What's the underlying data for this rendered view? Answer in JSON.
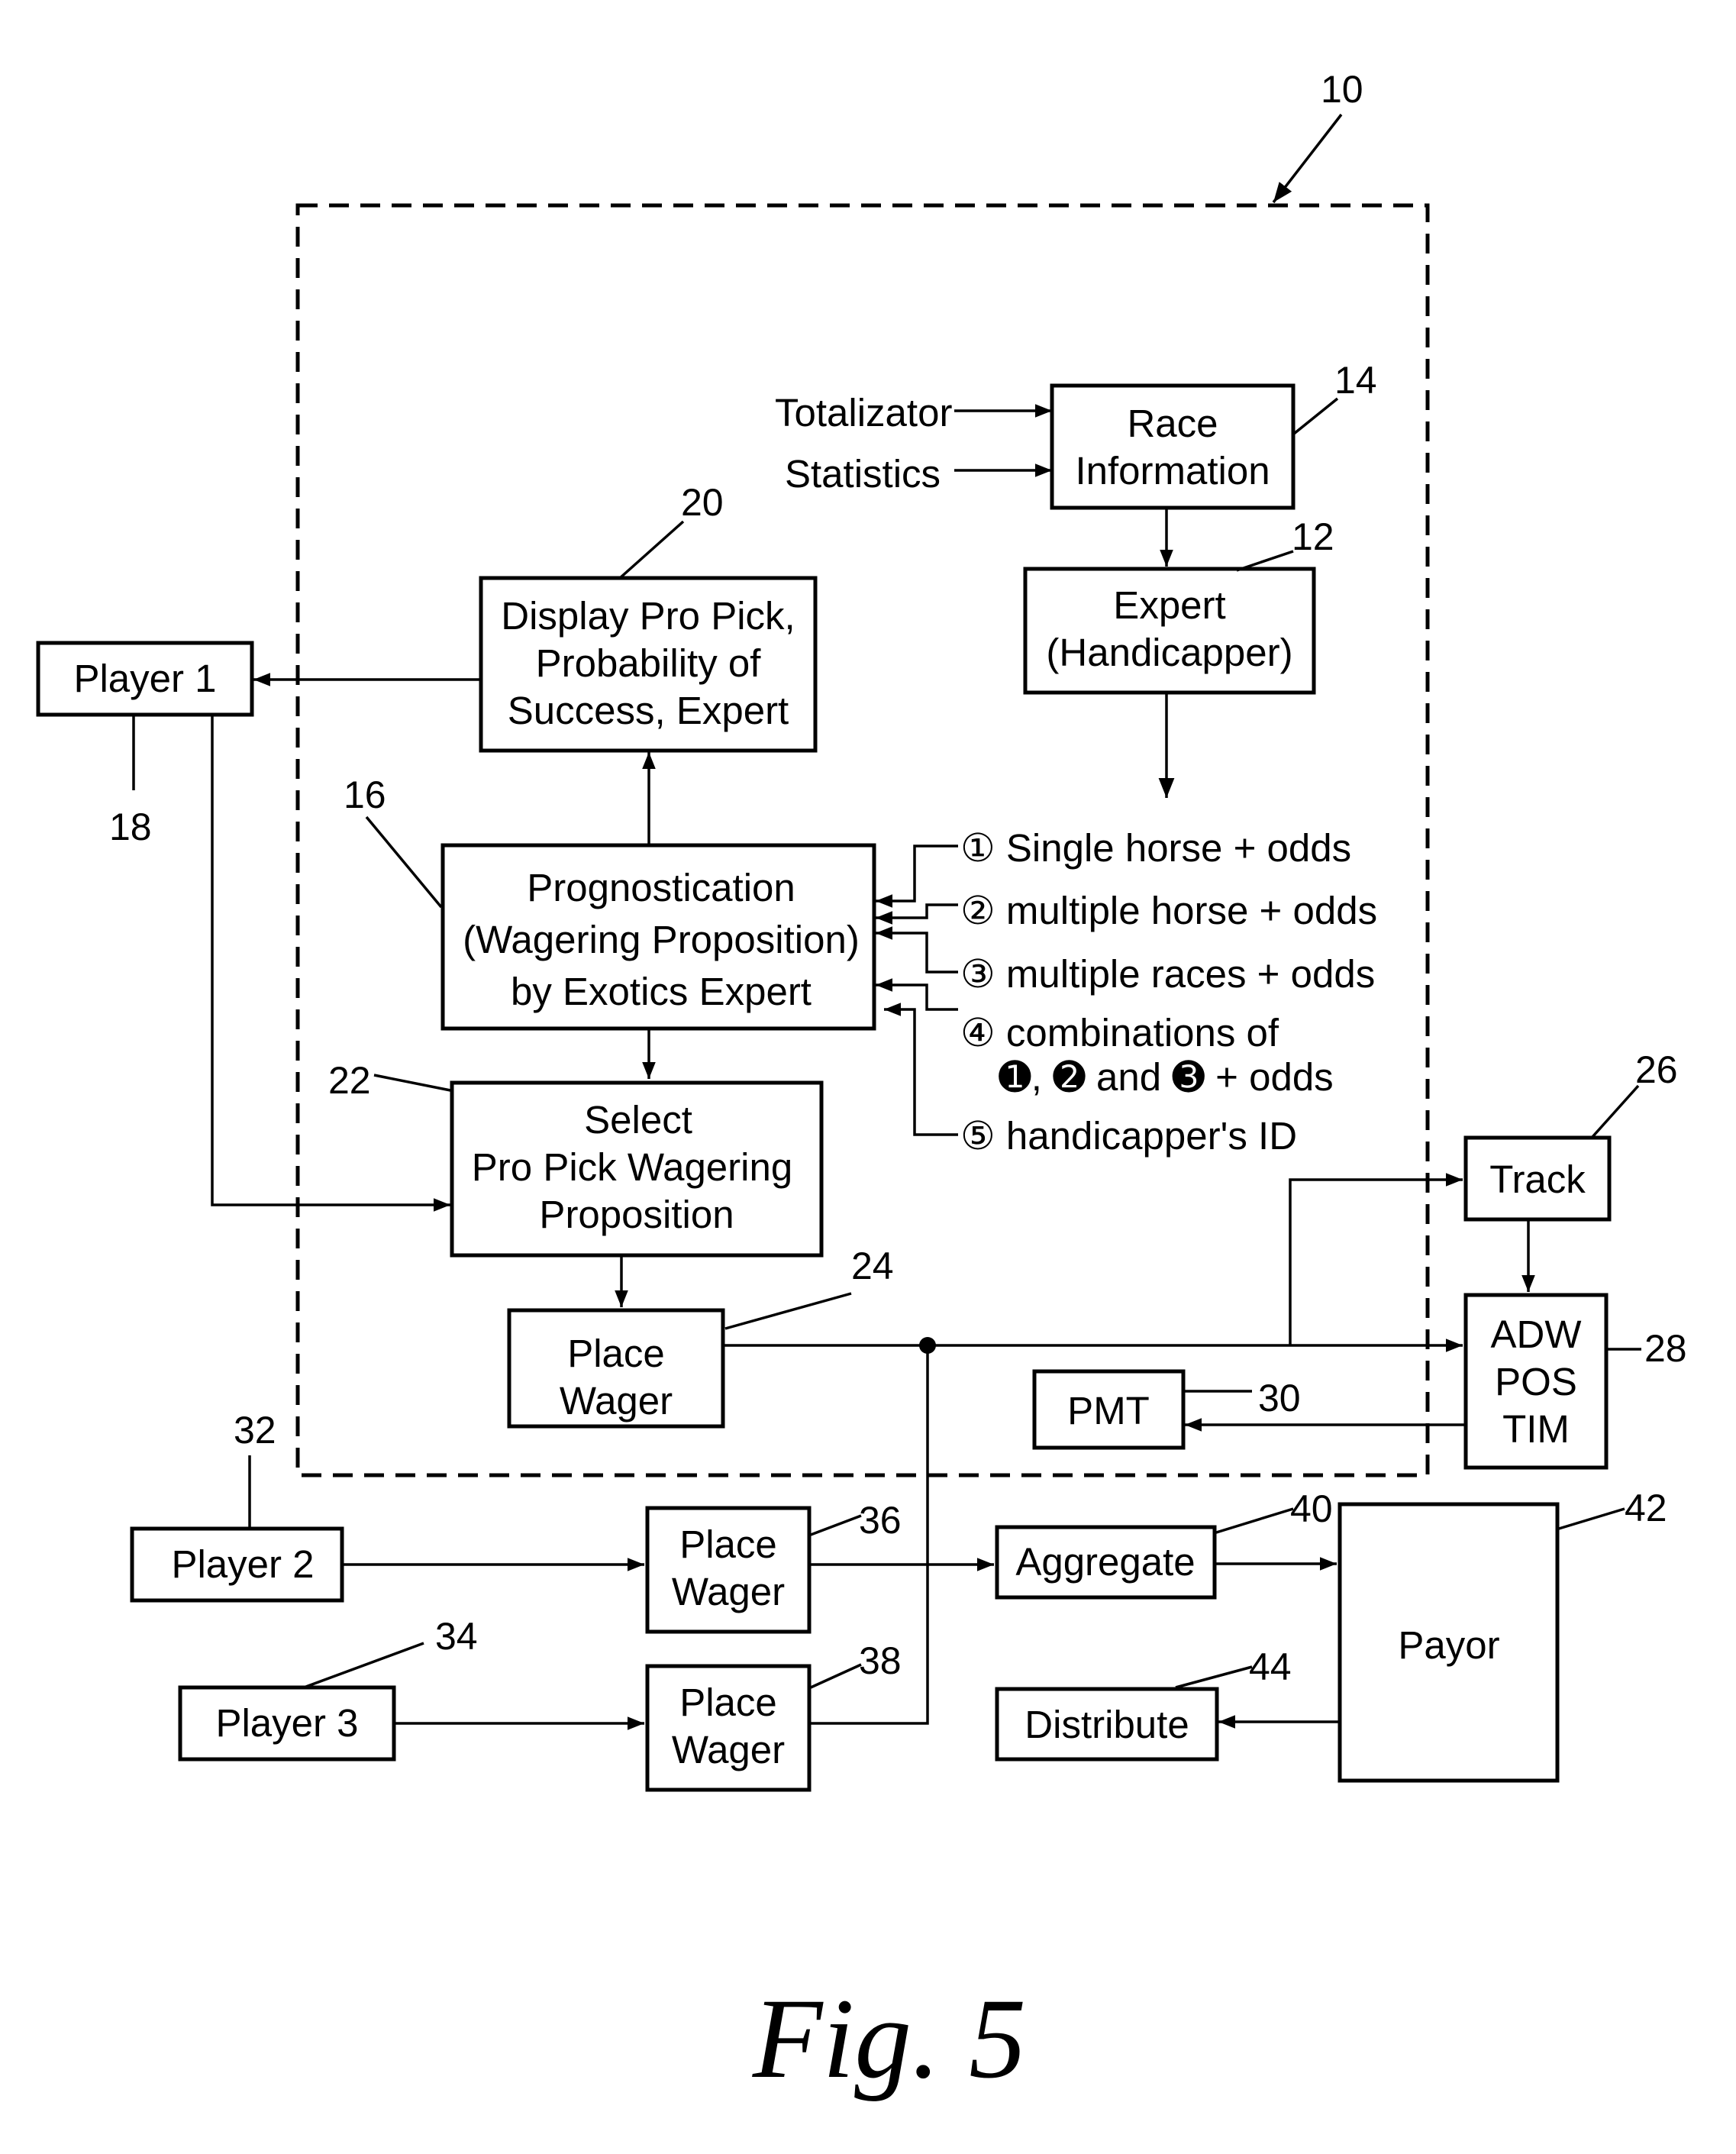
{
  "reference_numerals": {
    "system": "10",
    "expert": "12",
    "race_information": "14",
    "prognostication": "16",
    "player_1": "18",
    "display": "20",
    "select": "22",
    "place_wager_main": "24",
    "track": "26",
    "adw": "28",
    "pmt": "30",
    "player_2": "32",
    "player_3": "34",
    "place_wager_2": "36",
    "place_wager_3": "38",
    "aggregate": "40",
    "payor": "42",
    "distribute": "44"
  },
  "inputs": {
    "totalizator": "Totalizator",
    "statistics": "Statistics"
  },
  "boxes": {
    "race_information": [
      "Race",
      "Information"
    ],
    "expert": [
      "Expert",
      "(Handicapper)"
    ],
    "display": [
      "Display Pro Pick,",
      "Probability of",
      "Success, Expert"
    ],
    "prognostication": [
      "Prognostication",
      "(Wagering Proposition)",
      "by Exotics Expert"
    ],
    "select": [
      "Select",
      "Pro Pick Wagering",
      "Proposition"
    ],
    "place_wager_main": [
      "Place",
      "Wager"
    ],
    "player_1": "Player 1",
    "player_2": "Player 2",
    "player_3": "Player 3",
    "place_wager_2": [
      "Place",
      "Wager"
    ],
    "place_wager_3": [
      "Place",
      "Wager"
    ],
    "track": "Track",
    "adw": [
      "ADW",
      "POS",
      "TIM"
    ],
    "pmt": "PMT",
    "aggregate": "Aggregate",
    "distribute": "Distribute",
    "payor": "Payor"
  },
  "expert_outputs": [
    "① Single horse + odds",
    "② multiple horse + odds",
    "③ multiple races + odds",
    "④ combinations of",
    "➊, ➋ and ➌ + odds",
    "⑤ handicapper's ID"
  ],
  "figure_caption": "Fig. 5"
}
